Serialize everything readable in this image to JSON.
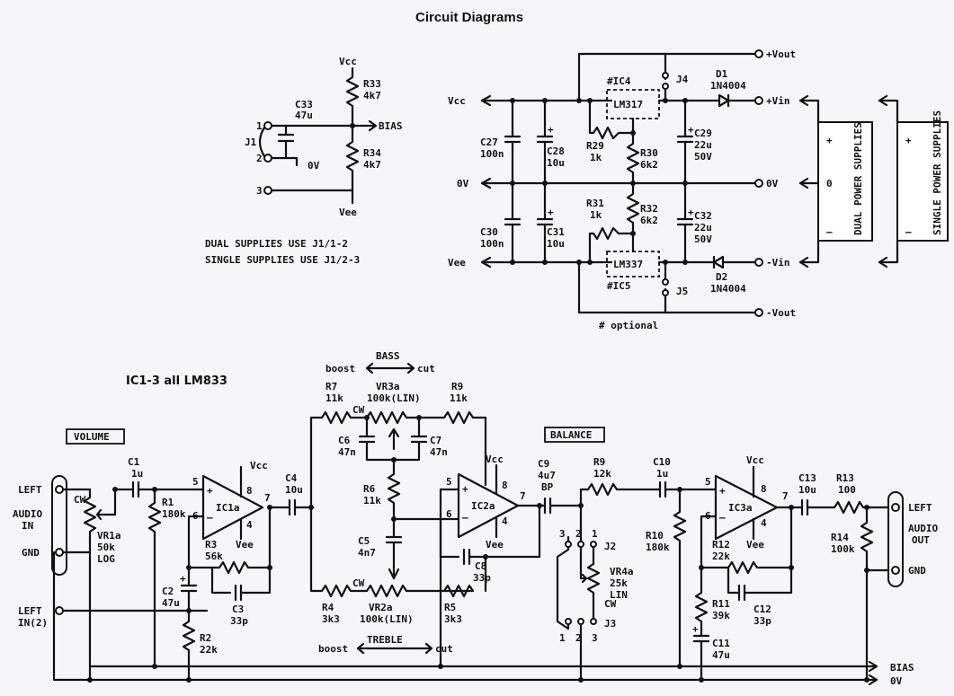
{
  "title": "Circuit Diagrams",
  "bias_circuit": {
    "vcc": "Vcc",
    "vee": "Vee",
    "r33": "R33",
    "r33_val": "4k7",
    "r34": "R34",
    "r34_val": "4k7",
    "c33": "C33",
    "c33_val": "47u",
    "bias": "BIAS",
    "j1": "J1",
    "zero_v": "0V",
    "pin1": "1",
    "pin2": "2",
    "pin3": "3",
    "note1": "DUAL SUPPLIES USE J1/1-2",
    "note2": "SINGLE SUPPLIES USE J1/2-3"
  },
  "power_circuit": {
    "vcc": "Vcc",
    "zero_v": "0V",
    "vee": "Vee",
    "plus_vout": "+Vout",
    "plus_vin": "+Vin",
    "zero_v_out": "0V",
    "minus_vin": "-Vin",
    "minus_vout": "-Vout",
    "ic4": "#IC4",
    "lm317": "LM317",
    "ic5": "#IC5",
    "lm337": "LM337",
    "j4": "J4",
    "j5": "J5",
    "d1": "D1",
    "d1_val": "1N4004",
    "d2": "D2",
    "d2_val": "1N4004",
    "c27": "C27",
    "c27_val": "100n",
    "c28": "C28",
    "c28_val": "10u",
    "c29": "C29",
    "c29_val1": "22u",
    "c29_val2": "50V",
    "r29": "R29",
    "r29_val": "1k",
    "r30": "R30",
    "r30_val": "6k2",
    "c30": "C30",
    "c30_val": "100n",
    "c31": "C31",
    "c31_val": "10u",
    "r31": "R31",
    "r31_val": "1k",
    "r32": "R32",
    "r32_val": "6k2",
    "c32": "C32",
    "c32_val1": "22u",
    "c32_val2": "50V",
    "optional": "# optional",
    "dual_label": "DUAL POWER SUPPLIES",
    "single_label": "SINGLE POWER SUPPLIES",
    "plus": "+",
    "minus": "–",
    "zero": "0"
  },
  "tone_circuit": {
    "ic_note": "IC1-3 all LM833",
    "volume_box": "VOLUME",
    "balance_box": "BALANCE",
    "left_in": "LEFT",
    "audio_in": "AUDIO",
    "audio_in2": "IN",
    "gnd": "GND",
    "left_in2_a": "LEFT",
    "left_in2_b": "IN(2)",
    "cw": "CW",
    "vr1a": "VR1a",
    "vr1a_val": "50k",
    "vr1a_type": "LOG",
    "c1": "C1",
    "c1_val": "1u",
    "r1": "R1",
    "r1_val": "180k",
    "ic1a": "IC1a",
    "vcc": "Vcc",
    "vee": "Vee",
    "r3": "R3",
    "r3_val": "56k",
    "c3": "C3",
    "c3_val": "33p",
    "c2": "C2",
    "c2_val": "47u",
    "r2": "R2",
    "r2_val": "22k",
    "c4": "C4",
    "c4_val": "10u",
    "bass": "BASS",
    "boost": "boost",
    "cut": "cut",
    "r7": "R7",
    "r7_val": "11k",
    "vr3a": "VR3a",
    "vr3a_val": "100k(LIN)",
    "r9": "R9",
    "r9_val": "11k",
    "c6": "C6",
    "c6_val": "47n",
    "c7": "C7",
    "c7_val": "47n",
    "r6": "R6",
    "r6_val": "11k",
    "c5": "C5",
    "c5_val": "4n7",
    "r4": "R4",
    "r4_val": "3k3",
    "vr2a": "VR2a",
    "vr2a_val": "100k(LIN)",
    "r5": "R5",
    "r5_val": "3k3",
    "treble": "TREBLE",
    "ic2a": "IC2a",
    "c8": "C8",
    "c8_val": "33p",
    "c9": "C9",
    "c9_val": "4u7",
    "c9_type": "BP",
    "r9b": "R9",
    "r9b_val": "12k",
    "c10": "C10",
    "c10_val": "1u",
    "r10": "R10",
    "r10_val": "180k",
    "j2": "J2",
    "j3": "J3",
    "vr4a": "VR4a",
    "vr4a_val": "25k",
    "vr4a_type": "LIN",
    "ic3a": "IC3a",
    "r12": "R12",
    "r12_val": "22k",
    "c12": "C12",
    "c12_val": "33p",
    "r11": "R11",
    "r11_val": "39k",
    "c11": "C11",
    "c11_val": "47u",
    "c13": "C13",
    "c13_val": "10u",
    "r13": "R13",
    "r13_val": "100",
    "r14": "R14",
    "r14_val": "100k",
    "left_out": "LEFT",
    "audio_out": "AUDIO",
    "audio_out2": "OUT",
    "gnd_out": "GND",
    "bias": "BIAS",
    "zero_v": "0V",
    "p1": "1",
    "p2": "2",
    "p3": "3",
    "pin5": "5",
    "pin6": "6",
    "pin7": "7",
    "pin8": "8",
    "pin4": "4"
  }
}
